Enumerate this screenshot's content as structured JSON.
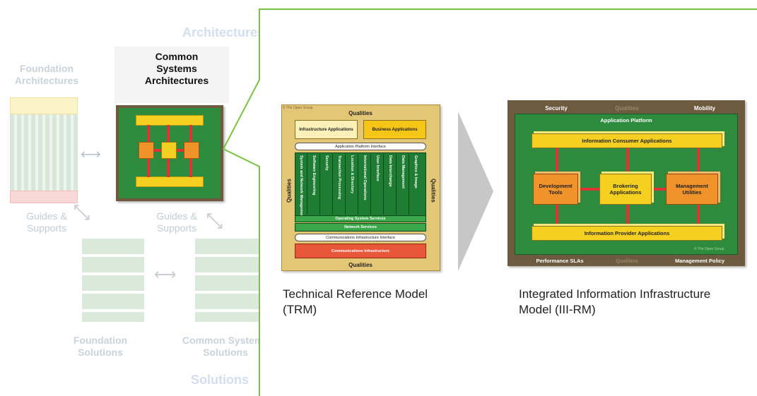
{
  "left_panel": {
    "architecture_heading": "Architectures",
    "solutions_heading": "Solutions",
    "foundation_architectures": "Foundation\nArchitectures",
    "common_systems_architectures": "Common\nSystems\nArchitectures",
    "guides_supports_left": "Guides &\nSupports",
    "guides_supports_right": "Guides &\nSupports",
    "foundation_solutions": "Foundation\nSolutions",
    "common_systems_solutions": "Common Systems\nSolutions"
  },
  "trm": {
    "copyright": "© The Open Group",
    "qualities_top": "Qualities",
    "qualities_bottom": "Qualities",
    "qualities_left": "Qualities",
    "qualities_right": "Qualities",
    "infrastructure_applications": "Infrastructure Applications",
    "business_applications": "Business Applications",
    "application_platform_interface": "Application Platform Interface",
    "services": [
      "System and Network Management",
      "Software Engineering",
      "Security",
      "Transaction Processing",
      "Location & Directory",
      "International Operations",
      "User Interface",
      "Data Interchange",
      "Data Management",
      "Graphics & Image"
    ],
    "operating_system_services": "Operating System Services",
    "network_services": "Network Services",
    "communications_infrastructure_interface": "Communications Infrastructure Interface",
    "communications_infrastructure": "Communications Infrastructure",
    "caption": "Technical Reference Model\n(TRM)"
  },
  "iiirm": {
    "security": "Security",
    "qualities_top": "Qualities",
    "mobility": "Mobility",
    "application_platform": "Application Platform",
    "information_consumer_applications": "Information Consumer Applications",
    "development_tools": "Development\nTools",
    "brokering_applications": "Brokering\nApplications",
    "management_utilities": "Management\nUtilities",
    "information_provider_applications": "Information Provider Applications",
    "copyright": "© The Open Group",
    "performance_slas": "Performance SLAs",
    "qualities_bottom": "Qualities",
    "management_policy": "Management Policy",
    "caption": "Integrated Information Infrastructure\nModel (III-RM)"
  },
  "colors": {
    "accent_green": "#7cc242",
    "diagram_green": "#2e8b3e",
    "yellow": "#f5d020",
    "orange": "#f0932b",
    "trm_bg": "#e4c776",
    "iiirm_frame": "#6e5a3e",
    "red": "#e8573a",
    "grey_arrow": "#c7c7c7"
  }
}
